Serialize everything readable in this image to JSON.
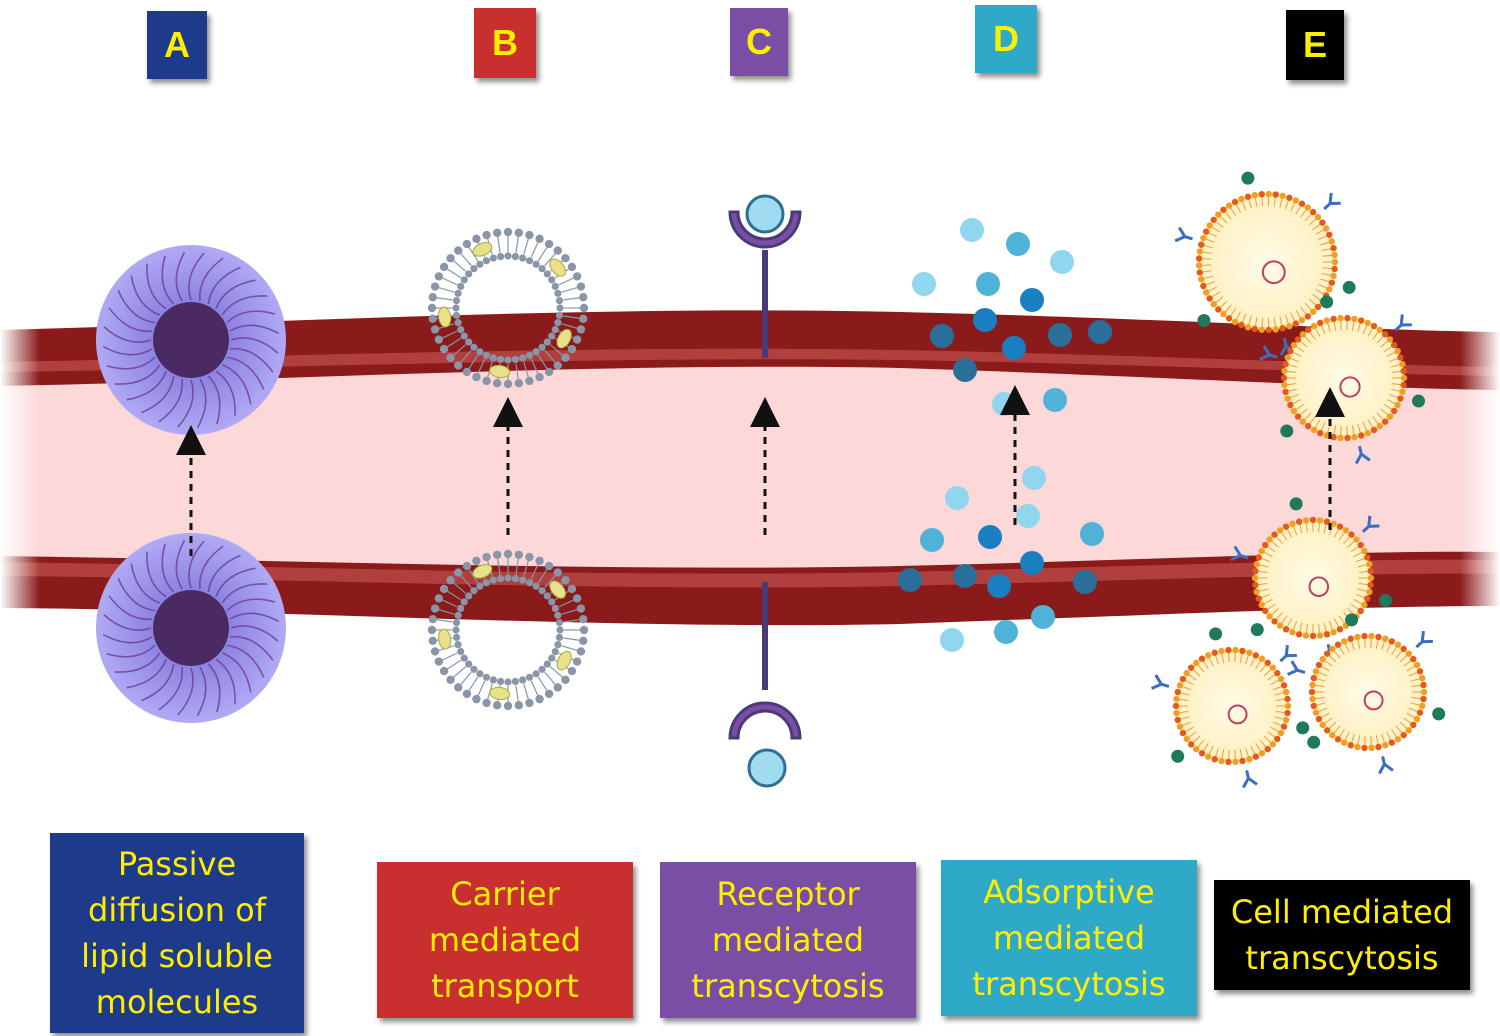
{
  "panels": [
    {
      "letter": "A",
      "caption": "Passive\ndiffusion of\nlipid soluble\nmolecules",
      "color": "#1e3a8a"
    },
    {
      "letter": "B",
      "caption": "Carrier\nmediated\ntransport",
      "color": "#c8302f"
    },
    {
      "letter": "C",
      "caption": "Receptor\nmediated\ntranscytosis",
      "color": "#7b4ea6"
    },
    {
      "letter": "D",
      "caption": "Adsorptive\nmediated\ntranscytosis",
      "color": "#2eaac8"
    },
    {
      "letter": "E",
      "caption": "Cell mediated\ntranscytosis",
      "color": "#000000"
    }
  ],
  "colors": {
    "vessel_wall": "#8b1a1a",
    "vessel_lumen": "#fcd8d8",
    "label_text": "#ffee00"
  },
  "icons": {
    "A": "lipid-micelle-icon",
    "B": "liposome-carrier-icon",
    "C": "receptor-ligand-icon",
    "D": "adsorptive-particles-icon",
    "E": "antibody-nanoparticle-icon"
  }
}
